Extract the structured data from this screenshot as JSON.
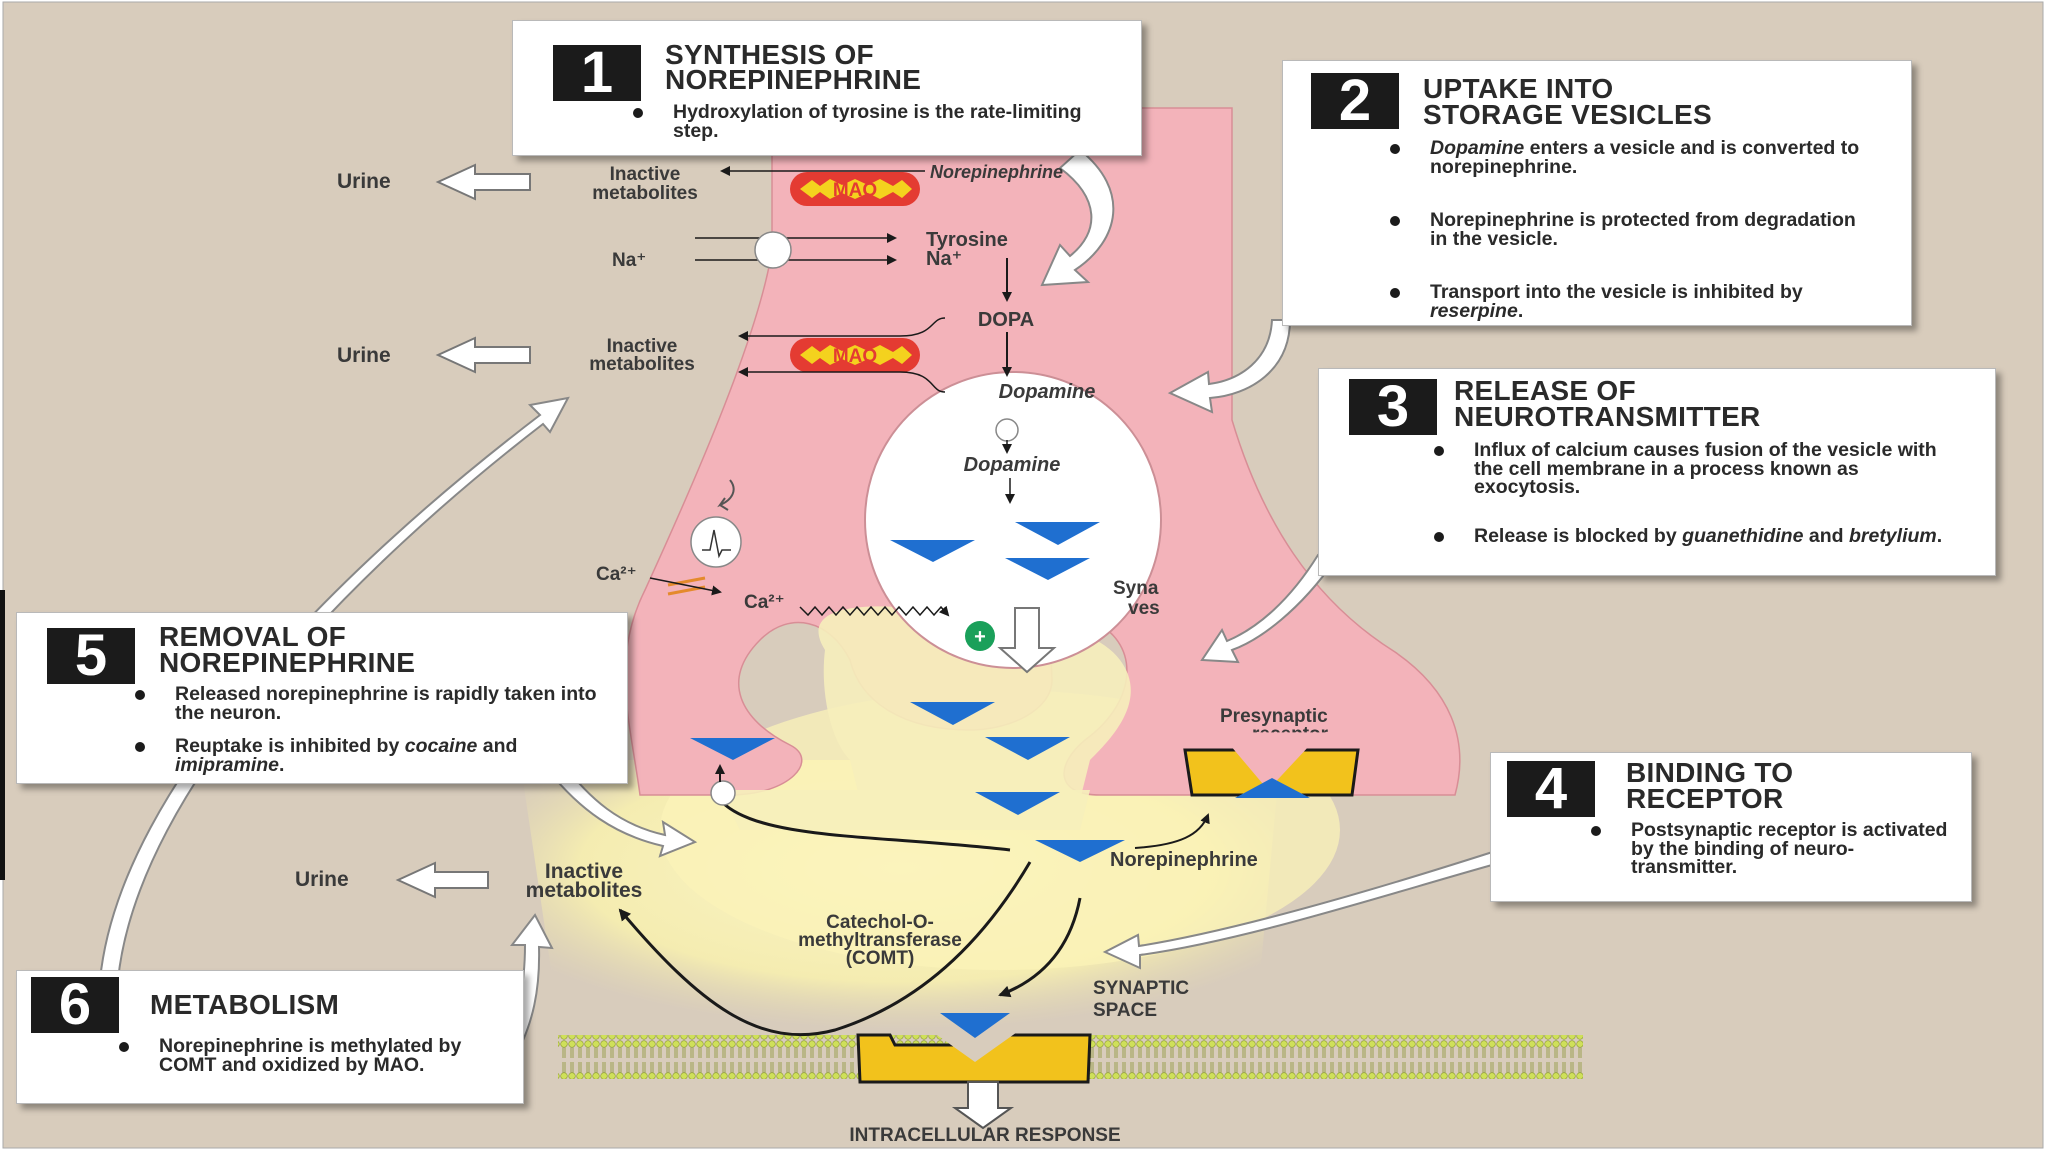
{
  "colors": {
    "background": "#d8ccbc",
    "neuron": "#f3b3ba",
    "synaptic_glow": "#fbf3b8",
    "mao_red": "#e43b32",
    "mao_yellow": "#f4d21e",
    "ne_triangle": "#1f6fd0",
    "receptor": "#f2c21c"
  },
  "labels": {
    "urine_1": "Urine",
    "urine_2": "Urine",
    "urine_3": "Urine",
    "inactive_1a": "Inactive",
    "inactive_1b": "metabolites",
    "inactive_2a": "Inactive",
    "inactive_2b": "metabolites",
    "inactive_3a": "Inactive",
    "inactive_3b": "metabolites",
    "mao_1": "MAO",
    "mao_2": "MAO",
    "norepinephrine_top": "Norepinephrine",
    "na_left": "Na⁺",
    "tyrosine": "Tyrosine",
    "na_right": "Na⁺",
    "dopa": "DOPA",
    "dopamine_1": "Dopamine",
    "dopamine_2": "Dopamine",
    "ca_1": "Ca²⁺",
    "ca_2": "Ca²⁺",
    "plus": "+",
    "syn_a": "Syna",
    "syn_b": "ves",
    "presynaptic": "Presynaptic",
    "presynaptic_b": "receptor",
    "norepinephrine_bottom": "Norepinephrine",
    "comt_1": "Catechol-O-",
    "comt_2": "methyltransferase",
    "comt_3": "(COMT)",
    "synaptic_1": "SYNAPTIC",
    "synaptic_2": "SPACE",
    "intracellular": "INTRACELLULAR RESPONSE"
  },
  "boxes": {
    "b1": {
      "number": "1",
      "title_1": "SYNTHESIS OF",
      "title_2": "NOREPINEPHRINE",
      "bullet_1": "Hydroxylation of tyrosine is the rate-limiting step."
    },
    "b2": {
      "number": "2",
      "title_1": "UPTAKE INTO",
      "title_2": "STORAGE VESICLES",
      "bullet_1_em": "Dopamine",
      "bullet_1": " enters a vesicle and is converted to norepinephrine.",
      "bullet_2": "Norepinephrine is protected from degradation in the vesicle.",
      "bullet_3": "Transport into the vesicle is inhibited by ",
      "bullet_3_em": "reserpine",
      "bullet_3_end": "."
    },
    "b3": {
      "number": "3",
      "title_1": "RELEASE OF",
      "title_2": "NEUROTRANSMITTER",
      "bullet_1": "Influx of calcium causes fusion of the vesicle with the cell membrane in a process known as exocytosis.",
      "bullet_2": "Release is blocked by ",
      "bullet_2_em1": "guanethidine",
      "bullet_2_mid": " and ",
      "bullet_2_em2": "bretylium",
      "bullet_2_end": "."
    },
    "b4": {
      "number": "4",
      "title_1": "BINDING TO",
      "title_2": "RECEPTOR",
      "bullet_1": "Postsynaptic receptor is activated by the binding of neuro-transmitter."
    },
    "b5": {
      "number": "5",
      "title_1": "REMOVAL OF",
      "title_2": "NOREPINEPHRINE",
      "bullet_1": "Released norepinephrine is rapidly taken into the neuron.",
      "bullet_2": "Reuptake is inhibited by ",
      "bullet_2_em1": "cocaine",
      "bullet_2_mid": " and ",
      "bullet_2_em2": "imipramine",
      "bullet_2_end": "."
    },
    "b6": {
      "number": "6",
      "title_1": "METABOLISM",
      "bullet_1": "Norepinephrine is methylated by COMT and oxidized by MAO."
    }
  }
}
